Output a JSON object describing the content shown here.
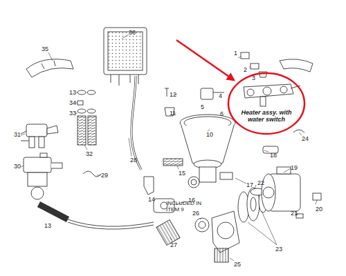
{
  "diagram": {
    "nodes": [
      {
        "text": [
          "Heater assy. with water switch"
        ]
      }
    ],
    "labels": [
      "1",
      "2",
      "3",
      "36",
      "35",
      "13",
      "34",
      "33",
      "4",
      "5",
      "6",
      "12",
      "11",
      "24",
      "10",
      "32",
      "31",
      "28",
      "18",
      "19",
      "30",
      "29",
      "15",
      "14",
      "17",
      "22",
      "16",
      "INCLUDED IN ITEM 9",
      "20",
      "21",
      "13",
      "26",
      "27",
      "23",
      "25"
    ]
  }
}
